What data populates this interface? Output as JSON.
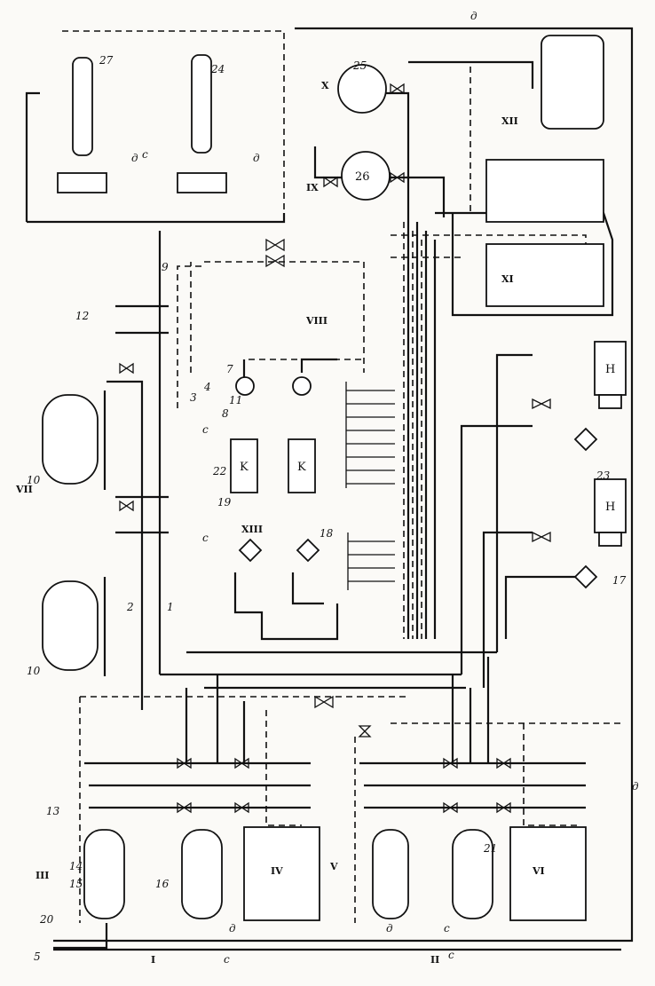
{
  "diagram": {
    "numbers": {
      "n1": "1",
      "n2": "2",
      "n3": "3",
      "n4": "4",
      "n5": "5",
      "n7": "7",
      "n8": "8",
      "n9": "9",
      "n10a": "10",
      "n10b": "10",
      "n11": "11",
      "n12": "12",
      "n13": "13",
      "n14": "14",
      "n15": "15",
      "n16": "16",
      "n17": "17",
      "n18": "18",
      "n19": "19",
      "n20": "20",
      "n21": "21",
      "n22": "22",
      "n23": "23",
      "n24": "24",
      "n25": "25",
      "n26": "26",
      "n27": "27"
    },
    "letters": {
      "c1": "c",
      "c2": "c",
      "c3": "c",
      "c4": "c",
      "c5": "c",
      "c6": "c",
      "d1": "д",
      "d2": "д",
      "d3": "д",
      "d4": "д",
      "d5": "д",
      "d6": "д"
    },
    "roman": {
      "I": "I",
      "II": "II",
      "III": "III",
      "IV": "IV",
      "V": "V",
      "VI": "VI",
      "VII": "VII",
      "VIII": "VIII",
      "IX": "IX",
      "X": "X",
      "XI": "XI",
      "XII": "XII",
      "XIII": "XIII"
    },
    "equipment": {
      "K1": "K",
      "K2": "K",
      "H1": "H",
      "H2": "H"
    }
  }
}
